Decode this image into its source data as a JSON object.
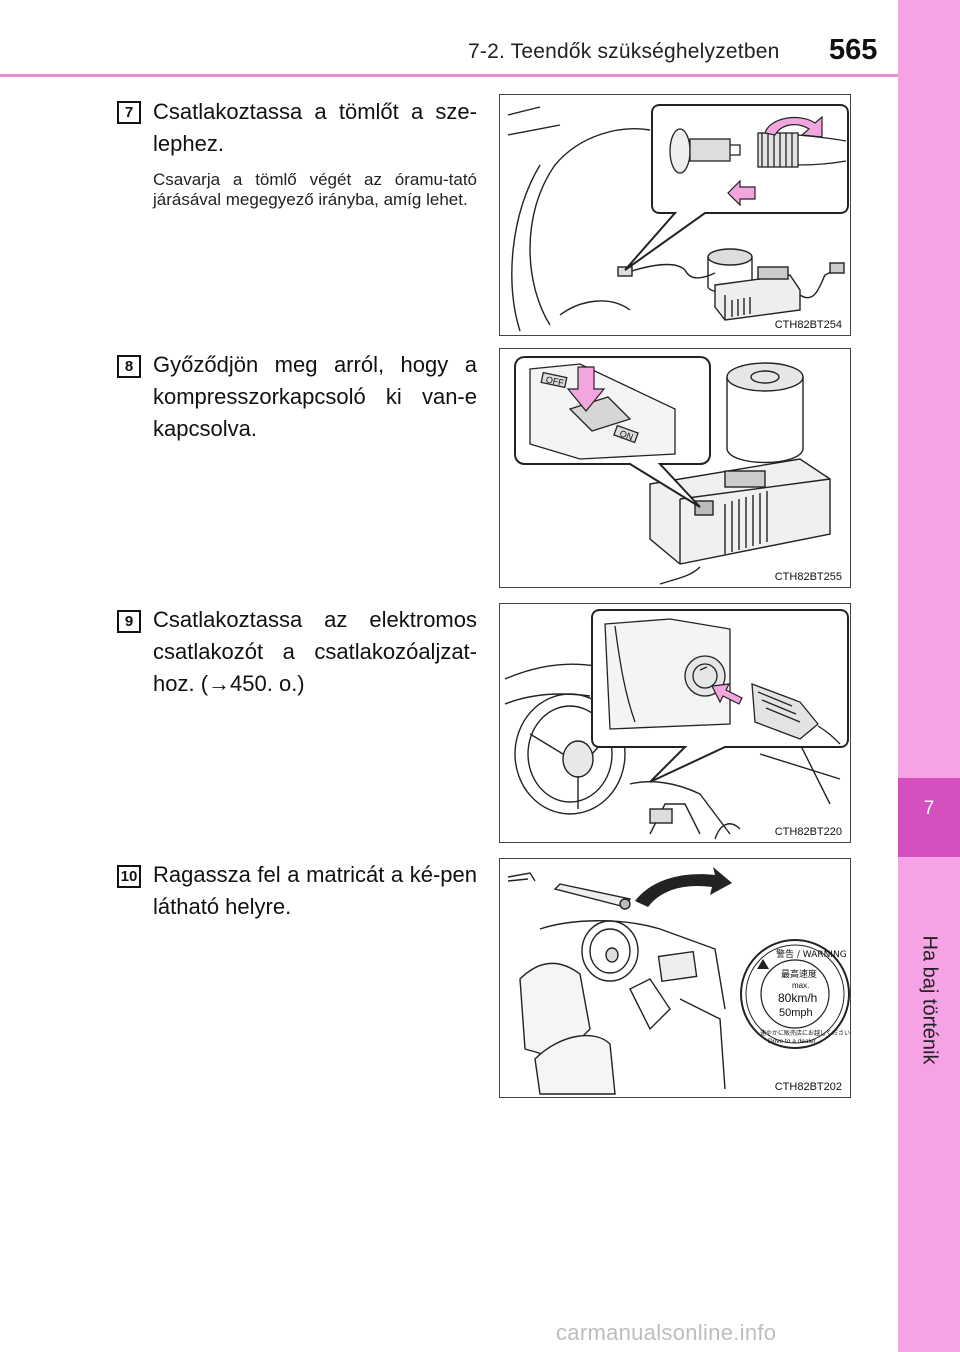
{
  "header": {
    "section": "7-2. Teendők szükséghelyzetben",
    "page_number": "565"
  },
  "side_tab": {
    "chapter_number": "7",
    "chapter_title": "Ha baj történik"
  },
  "steps": [
    {
      "number": "7",
      "text": "Csatlakoztassa a tömlőt a sze-lephez.",
      "note": "Csavarja a tömlő végét az óramu-tató járásával megegyező irányba, amíg lehet.",
      "figure_code": "CTH82BT254"
    },
    {
      "number": "8",
      "text": "Győződjön meg arról, hogy a kompresszorkapcsoló ki van-e kapcsolva.",
      "figure_code": "CTH82BT255",
      "figure_labels": {
        "off": "OFF",
        "on": "ON"
      }
    },
    {
      "number": "9",
      "text": "Csatlakoztassa az elektromos csatlakozót a csatlakozóaljzat-hoz. (→450. o.)",
      "figure_code": "CTH82BT220"
    },
    {
      "number": "10",
      "text": "Ragassza fel a matricát a ké-pen látható helyre.",
      "figure_code": "CTH82BT202",
      "sticker": {
        "top": "警告 / WARNING",
        "speed_title": "最高速度",
        "max": "max.",
        "kmh": "80km/h",
        "mph": "50mph",
        "bottom": "速やかに販売店にお越しください",
        "dealer": "Drive to a dealer"
      }
    }
  ],
  "watermark": "carmanualsonline.info",
  "colors": {
    "accent_pink": "#e88fd4",
    "side_strip": "#f6a3e6",
    "side_box": "#d64fbf",
    "arrow_fill": "#f3a6dd"
  }
}
